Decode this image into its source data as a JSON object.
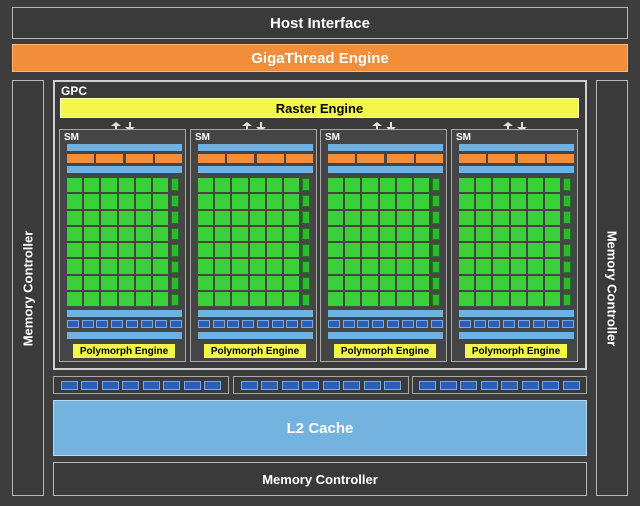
{
  "host_interface": "Host Interface",
  "gigathread_engine": "GigaThread Engine",
  "memory_controller_left": "Memory Controller",
  "memory_controller_right": "Memory Controller",
  "memory_controller_bottom": "Memory Controller",
  "gpc": {
    "label": "GPC",
    "raster_engine": "Raster Engine",
    "sms": [
      {
        "label": "SM",
        "polymorph_engine": "Polymorph Engine"
      },
      {
        "label": "SM",
        "polymorph_engine": "Polymorph Engine"
      },
      {
        "label": "SM",
        "polymorph_engine": "Polymorph Engine"
      },
      {
        "label": "SM",
        "polymorph_engine": "Polymorph Engine"
      }
    ]
  },
  "l2_cache": "L2 Cache",
  "colors": {
    "background": "#3d3d3d",
    "gigathread": "#f28d3a",
    "raster_polymorph": "#f2f54a",
    "cuda_core": "#3ad03a",
    "cache_blue": "#74b3e0",
    "unit_blue": "#2a5fb8"
  }
}
